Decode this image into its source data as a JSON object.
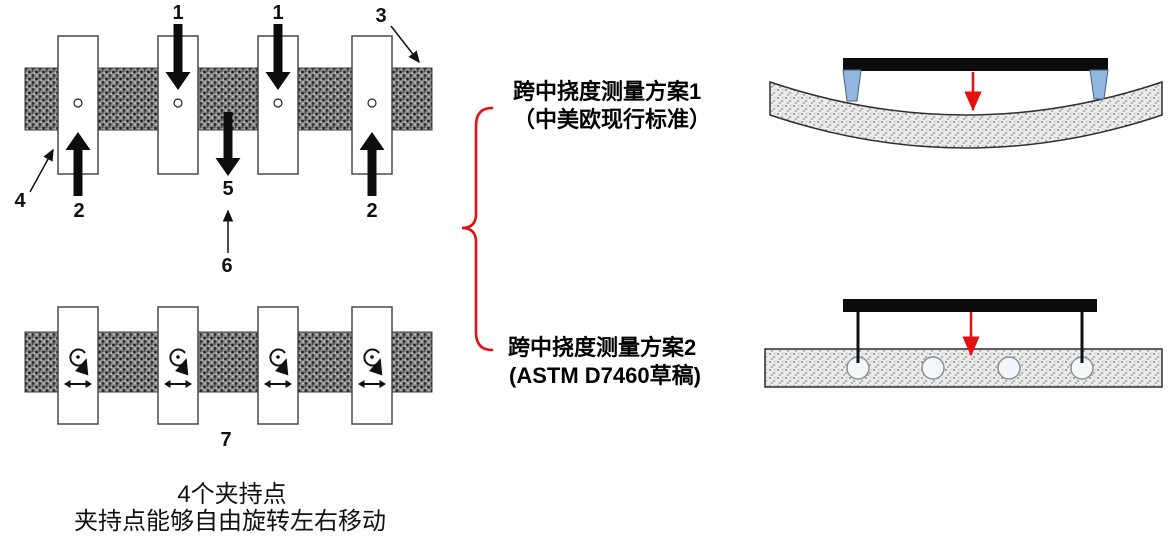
{
  "colors": {
    "accent_red": "#e60f0f",
    "support_blue": "#8fb7e0",
    "bar_black": "#0c0c0c"
  },
  "left_diagram": {
    "callouts": {
      "load_top_left": "1",
      "load_top_right": "1",
      "beam_label": "3",
      "frame_label": "4",
      "load_bottom_left": "2",
      "load_bottom_right": "2",
      "midspan_load": "5",
      "midspan_label": "6",
      "freedom_label": "7"
    },
    "caption_line1": "4个夹持点",
    "caption_line2": "夹持点能够自由旋转左右移动"
  },
  "schemes": {
    "scheme1_title": "跨中挠度测量方案1",
    "scheme1_subtitle": "（中美欧现行标准）",
    "scheme2_title": "跨中挠度测量方案2",
    "scheme2_subtitle": "(ASTM D7460草稿)"
  }
}
